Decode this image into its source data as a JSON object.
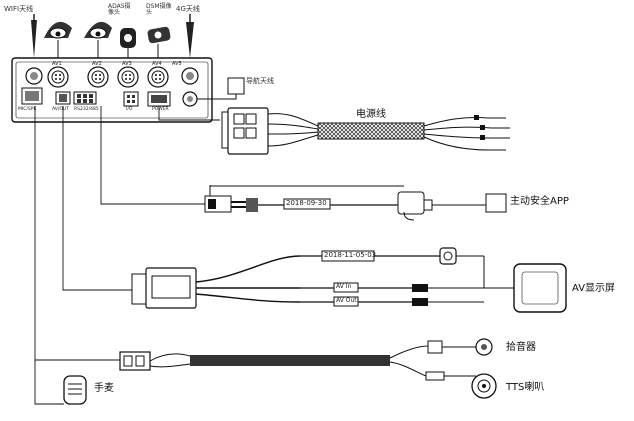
{
  "top_labels": {
    "wifi": "WIFI天线",
    "adas": "ADAS摄\n像头",
    "dsm": "DSM摄像\n头",
    "g4": "4G天线",
    "gps": "导航天线"
  },
  "port_labels": {
    "p1": "AV1",
    "p2": "AV2",
    "p3": "AV3",
    "p4": "AV4",
    "p5": "AV5",
    "sq1": "MIC/SPK",
    "sq2": "AV/OUT",
    "sq3": "RS232/485",
    "sq4": "I/O",
    "sq5": "POWER"
  },
  "cables": {
    "power": "电源线",
    "app": "主动安全APP",
    "av_display": "AV显示屏",
    "pickup": "拾音器",
    "tts": "TTS喇叭",
    "mic": "手麦"
  },
  "cable_tags": {
    "date1": "2018-09-30",
    "date2": "2018-11-05-03",
    "av_in": "AV In",
    "av_out": "AV Out"
  }
}
